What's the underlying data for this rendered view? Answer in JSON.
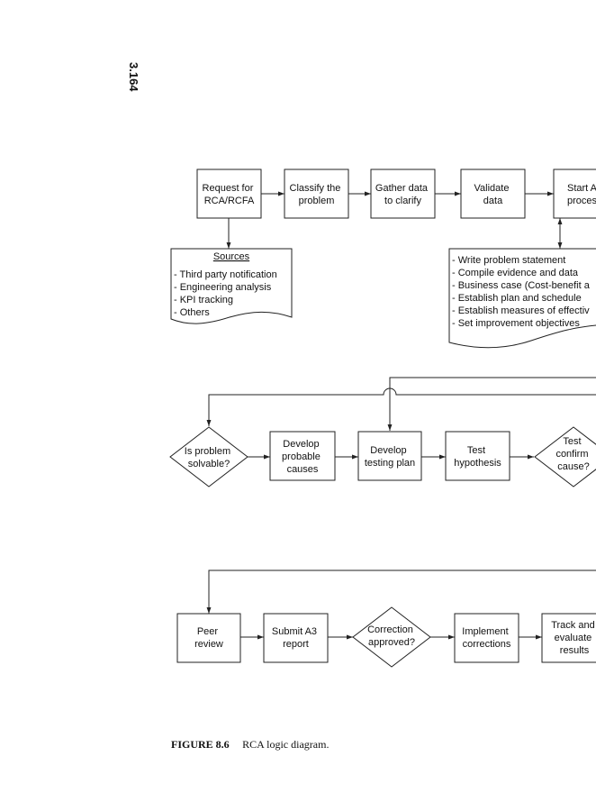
{
  "page_number": "3.164",
  "nodes": {
    "request": [
      "Request for",
      "RCA/RCFA"
    ],
    "classify": [
      "Classify the",
      "problem"
    ],
    "gather": [
      "Gather data",
      "to clarify"
    ],
    "validate": [
      "Validate",
      "data"
    ],
    "start": [
      "Start A",
      "proces"
    ],
    "solvable": [
      "Is problem",
      "solvable?"
    ],
    "develop_causes": [
      "Develop",
      "probable",
      "causes"
    ],
    "develop_plan": [
      "Develop",
      "testing plan"
    ],
    "test_hypothesis": [
      "Test",
      "hypothesis"
    ],
    "test_confirm": [
      "Test",
      "confirm",
      "cause?"
    ],
    "peer_review": [
      "Peer",
      "review"
    ],
    "submit_a3": [
      "Submit A3",
      "report"
    ],
    "correction": [
      "Correction",
      "approved?"
    ],
    "implement": [
      "Implement",
      "corrections"
    ],
    "track": [
      "Track and",
      "evaluate",
      "results"
    ]
  },
  "sources": {
    "title": "Sources",
    "items": [
      "- Third party notification",
      "- Engineering analysis",
      "- KPI tracking",
      "- Others"
    ]
  },
  "actions": {
    "items": [
      "- Write problem statement",
      "- Compile evidence and data",
      "- Business case (Cost-benefit a",
      "- Establish plan and schedule",
      "- Establish measures of effectiv",
      "- Set improvement objectives"
    ]
  },
  "caption": {
    "label": "FIGURE 8.6",
    "text": "RCA logic diagram."
  }
}
